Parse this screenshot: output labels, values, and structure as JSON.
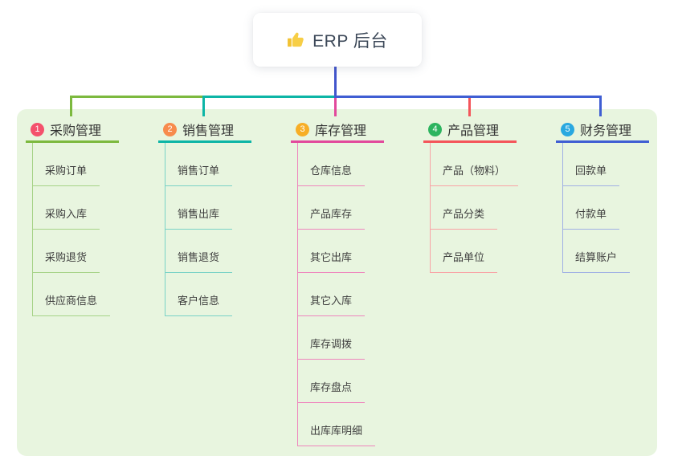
{
  "page": {
    "background": "#ffffff"
  },
  "panel": {
    "background": "#e8f5df"
  },
  "root": {
    "icon": "thumbs-up-icon",
    "icon_color": "#f2c233",
    "label": "ERP 后台",
    "connector_color": "#4255cc"
  },
  "branches": [
    {
      "num": "1",
      "label": "采购管理",
      "badge_color": "#f4516c",
      "line_color": "#7cb93e",
      "child_line_color": "#a6d387",
      "children": [
        "采购订单",
        "采购入库",
        "采购退货",
        "供应商信息"
      ]
    },
    {
      "num": "2",
      "label": "销售管理",
      "badge_color": "#f78b4d",
      "line_color": "#0db5a6",
      "child_line_color": "#79d2c6",
      "children": [
        "销售订单",
        "销售出库",
        "销售退货",
        "客户信息"
      ]
    },
    {
      "num": "3",
      "label": "库存管理",
      "badge_color": "#f7ae26",
      "line_color": "#e2499c",
      "child_line_color": "#ee86bd",
      "children": [
        "仓库信息",
        "产品库存",
        "其它出库",
        "其它入库",
        "库存调拨",
        "库存盘点",
        "出库库明细"
      ]
    },
    {
      "num": "4",
      "label": "产品管理",
      "badge_color": "#2db45f",
      "line_color": "#f4555a",
      "child_line_color": "#f9a3a5",
      "children": [
        "产品（物料）",
        "产品分类",
        "产品单位"
      ]
    },
    {
      "num": "5",
      "label": "财务管理",
      "badge_color": "#29a8e0",
      "line_color": "#3f5ed3",
      "child_line_color": "#a0b0e4",
      "children": [
        "回款单",
        "付款单",
        "结算账户"
      ]
    }
  ]
}
